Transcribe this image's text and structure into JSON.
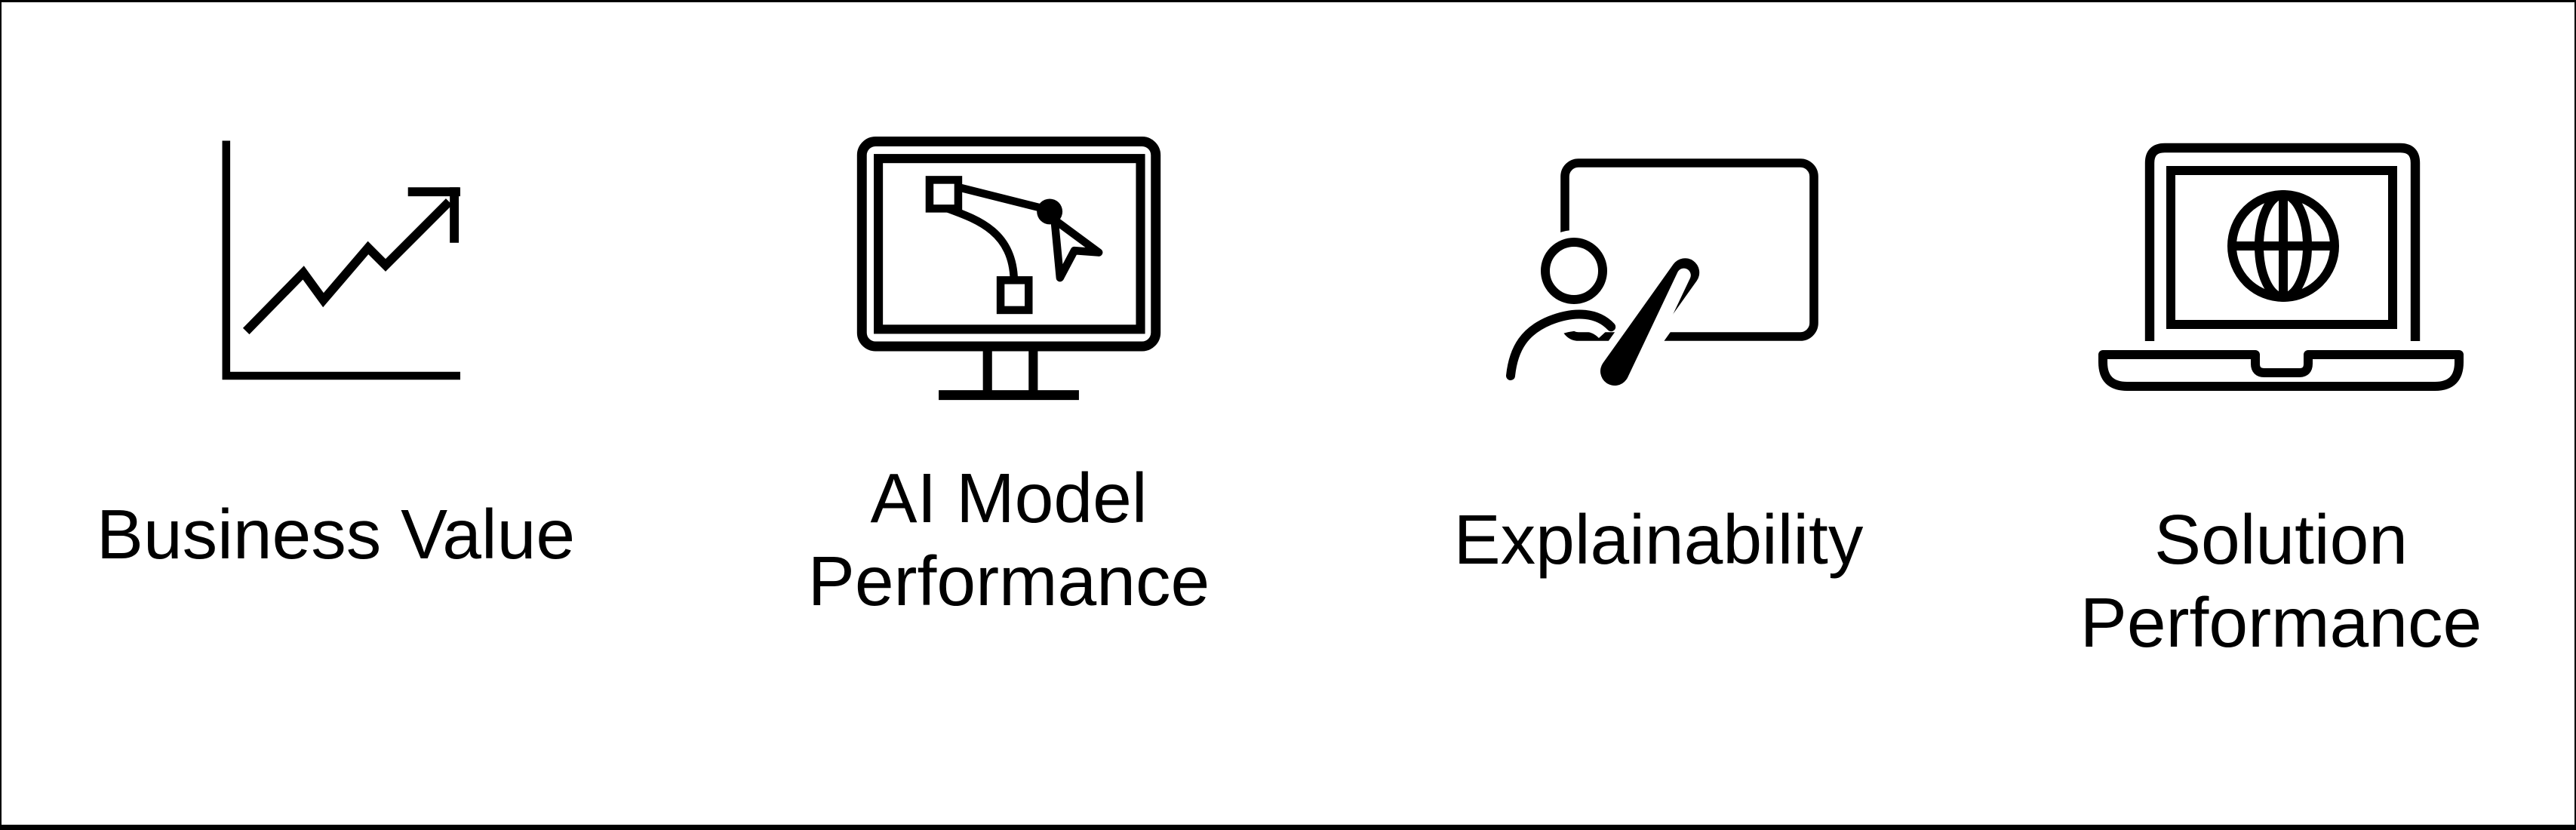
{
  "figure": {
    "background": "#ffffff",
    "line_color": "#000000",
    "items": [
      {
        "id": "business-value",
        "label": "Business Value",
        "icon": "line-chart-trending-up"
      },
      {
        "id": "ai-model-performance",
        "label": "AI Model Performance",
        "icon": "monitor-vector-curve-cursor"
      },
      {
        "id": "explainability",
        "label": "Explainability",
        "icon": "presenter-at-whiteboard"
      },
      {
        "id": "solution-performance",
        "label": "Solution Performance",
        "icon": "laptop-with-globe"
      }
    ]
  }
}
